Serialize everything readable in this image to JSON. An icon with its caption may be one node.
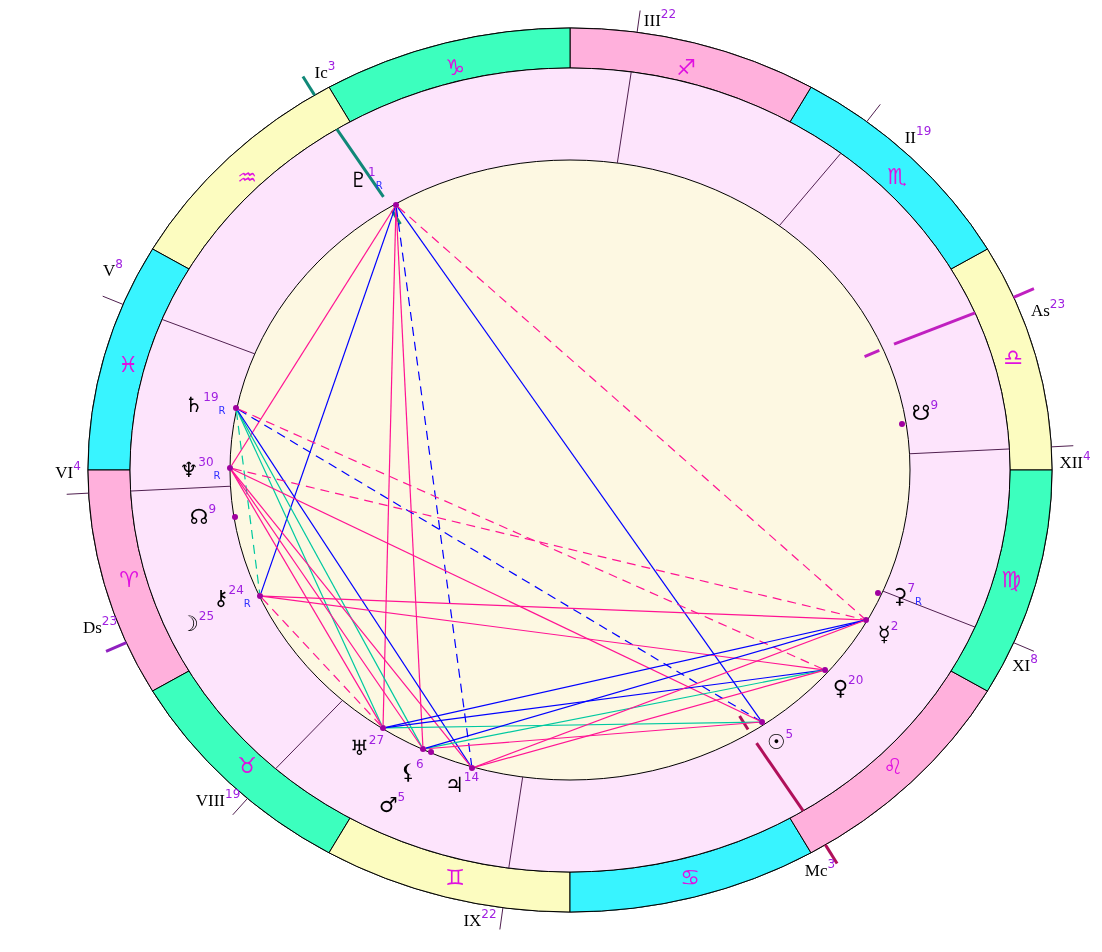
{
  "diagram": {
    "nodes": [
      {
        "text": [],
        "shape": "circle",
        "beside": [
          "♇$^{1}$$_{R}$"
        ]
      },
      {
        "text": [],
        "shape": "circle",
        "beside": [
          "♄$^{19}$$_{R}$"
        ]
      },
      {
        "text": [],
        "shape": "circle",
        "beside": [
          "♆$^{30}$$_{R}$"
        ]
      },
      {
        "text": [],
        "shape": "circle",
        "beside": [
          "☊$^{9}$"
        ]
      },
      {
        "text": [],
        "shape": "circle",
        "beside": [
          "⚷$^{24}$$_{R}$"
        ]
      },
      {
        "text": [],
        "shape": "circle",
        "beside": [
          "♅$^{27}$"
        ]
      },
      {
        "text": [],
        "shape": "circle",
        "beside": [
          "⚸$^{6}$"
        ]
      },
      {
        "text": [],
        "shape": "circle",
        "beside": [
          "♂$^{5}$"
        ]
      },
      {
        "text": [],
        "shape": "circle",
        "beside": [
          "♃$^{14}$"
        ]
      },
      {
        "text": [],
        "shape": "circle",
        "beside": [
          "☉$^{5}$"
        ]
      },
      {
        "text": [],
        "shape": "circle",
        "beside": [
          "♀$^{20}$"
        ]
      },
      {
        "text": [],
        "shape": "circle",
        "beside": [
          "☿$^{2}$"
        ]
      },
      {
        "text": [],
        "shape": "circle",
        "beside": [
          "⚳$^{7}$$_{R}$"
        ]
      },
      {
        "text": [],
        "shape": "circle",
        "beside": [
          "☋$^{9}$"
        ]
      }
    ],
    "edges": [
      {
        "from": 0,
        "to": 2,
        "arrow": "none"
      },
      {
        "from": 0,
        "to": 4,
        "arrow": "none",
        "color": "#0000ff"
      },
      {
        "from": 0,
        "to": 5,
        "arrow": "none"
      },
      {
        "from": 0,
        "to": 6,
        "arrow": "none"
      },
      {
        "from": 0,
        "to": 8,
        "arrow": "none",
        "style": "dashed",
        "color": "#0000ff"
      },
      {
        "from": 0,
        "to": 9,
        "arrow": "none",
        "color": "#0000ff"
      },
      {
        "from": 0,
        "to": 11,
        "arrow": "none",
        "style": "dashed"
      },
      {
        "from": 1,
        "to": 4,
        "arrow": "none",
        "style": "dashed",
        "color": "#00c8a0"
      },
      {
        "from": 1,
        "to": 5,
        "arrow": "none",
        "color": "#00c8a0"
      },
      {
        "from": 1,
        "to": 6,
        "arrow": "none",
        "color": "#00c8a0"
      },
      {
        "from": 1,
        "to": 8,
        "arrow": "none",
        "color": "#0000ff"
      },
      {
        "from": 1,
        "to": 9,
        "arrow": "none",
        "style": "dashed",
        "color": "#0000ff"
      },
      {
        "from": 1,
        "to": 10,
        "arrow": "none",
        "style": "dashed"
      },
      {
        "from": 2,
        "to": 5,
        "arrow": "none"
      },
      {
        "from": 2,
        "to": 6,
        "arrow": "none"
      },
      {
        "from": 2,
        "to": 8,
        "arrow": "none"
      },
      {
        "from": 2,
        "to": 9,
        "arrow": "none"
      },
      {
        "from": 2,
        "to": 11,
        "arrow": "none",
        "style": "dashed"
      },
      {
        "from": 4,
        "to": 5,
        "arrow": "none",
        "style": "dashed"
      },
      {
        "from": 4,
        "to": 10,
        "arrow": "none"
      },
      {
        "from": 4,
        "to": 11,
        "arrow": "none"
      },
      {
        "from": 5,
        "to": 9,
        "arrow": "none",
        "color": "#00c8a0"
      },
      {
        "from": 5,
        "to": 10,
        "arrow": "none",
        "color": "#0000ff"
      },
      {
        "from": 5,
        "to": 11,
        "arrow": "none",
        "color": "#0000ff"
      },
      {
        "from": 6,
        "to": 9,
        "arrow": "none"
      },
      {
        "from": 6,
        "to": 10,
        "arrow": "none",
        "color": "#00c8a0"
      },
      {
        "from": 6,
        "to": 11,
        "arrow": "none",
        "color": "#0000ff"
      },
      {
        "from": 8,
        "to": 10,
        "arrow": "none"
      },
      {
        "from": 8,
        "to": 11,
        "arrow": "none"
      }
    ],
    "labels": [
      "III$^{22}$",
      "Ic$^{3}$",
      "♑",
      "♐",
      "II$^{19}$",
      "♒",
      "♏",
      "V$^{8}$",
      "As$^{23}$",
      "♎",
      "♓",
      "XII$^{4}$",
      "VI$^{4}$",
      "♈",
      "Ds$^{23}$",
      "☽$^{25}$",
      "♍",
      "XI$^{8}$",
      "♉",
      "♌",
      "VIII$^{19}$",
      "Mc$^{3}$",
      "♊",
      "♋",
      "IX$^{22}$"
    ]
  }
}
